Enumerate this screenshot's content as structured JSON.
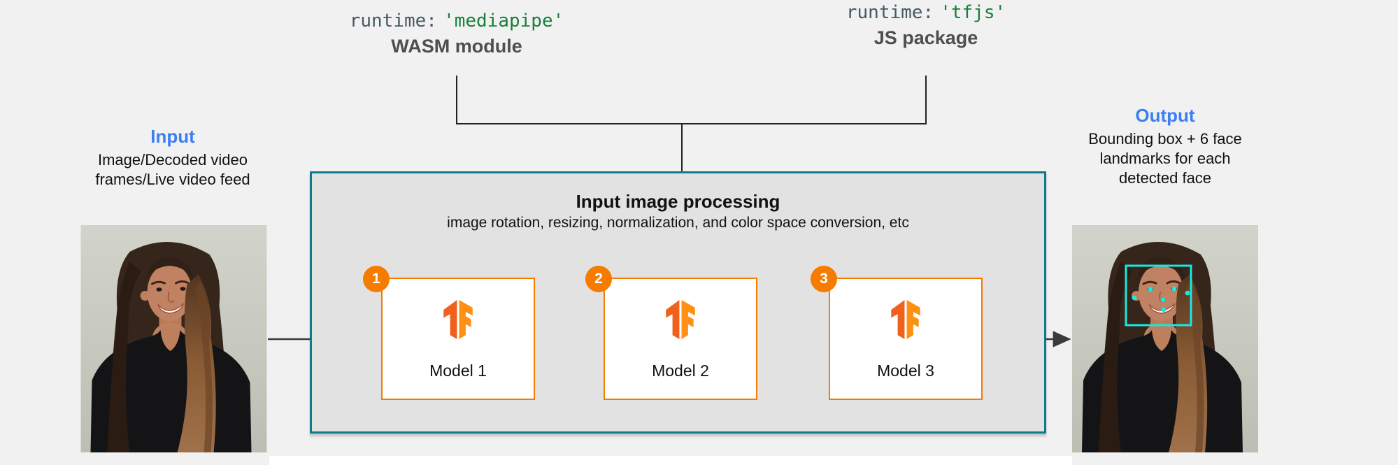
{
  "runtime_labels": [
    {
      "code_keyword": "runtime:",
      "code_string": "'mediapipe'",
      "caption": "WASM module"
    },
    {
      "code_keyword": "runtime:",
      "code_string": "'tfjs'",
      "caption": "JS package"
    }
  ],
  "input_label": {
    "heading": "Input",
    "description": "Image/Decoded video frames/Live video feed"
  },
  "output_label": {
    "heading": "Output",
    "description": "Bounding box + 6 face landmarks for each detected face",
    "landmark_count": 6
  },
  "processing": {
    "title": "Input image processing",
    "subtitle": "image rotation, resizing, normalization, and color space conversion, etc",
    "models": [
      {
        "badge": "1",
        "label": "Model 1"
      },
      {
        "badge": "2",
        "label": "Model 2"
      },
      {
        "badge": "3",
        "label": "Model 3"
      }
    ]
  },
  "icons": {
    "model_icon": "tensorflow-logo"
  },
  "colors": {
    "background": "#f1f1f2",
    "panel_fill": "#e2e2e2",
    "teal_border": "#0d7b8b",
    "orange": "#f57c00",
    "tf_orange_dark": "#f0611c",
    "tf_orange_light": "#ff9014",
    "heading_blue": "#3c7ef3",
    "code_green": "#188038",
    "code_slate": "#455a64",
    "caption_gray": "#4e4e4e",
    "text_dark": "#111111",
    "annotation_cyan": "#19e7e1",
    "line_dark": "#2a2a2a"
  }
}
